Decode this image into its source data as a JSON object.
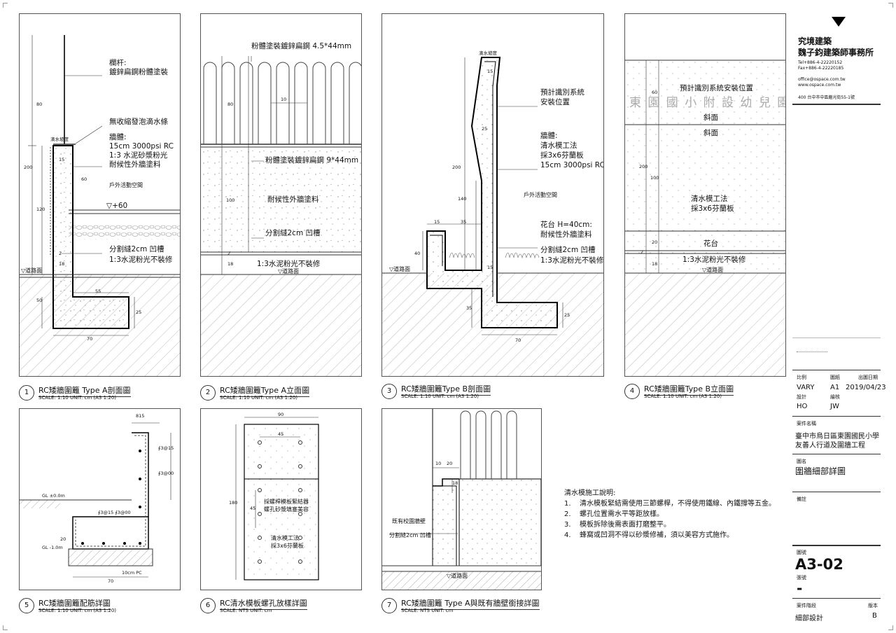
{
  "panels": {
    "p1": {
      "railing": "欄杆:",
      "railing2": "鍍鋅扁鋼粉體塗裝",
      "drip": "無收縮發泡滴水條",
      "wall": "牆體:",
      "wall2": "15cm 3000psi RC",
      "wall3": "1:3 水泥砂漿粉光",
      "wall4": "耐候性外牆塗料",
      "outdoor": "戶外活動空間",
      "level": "▽+60",
      "joint": "分割縫2cm 凹槽",
      "mortar": "1:3水泥粉光不裝修",
      "road": "▽道路面",
      "dripEdge": "滴水坡度",
      "dims": {
        "d80": "80",
        "d200": "200",
        "d120": "120",
        "d15": "15",
        "d60": "60",
        "d2": "2",
        "d18": "18",
        "d50": "50",
        "d55": "55",
        "d25": "25",
        "d70": "70"
      }
    },
    "p2": {
      "bars": "粉體塗裝鍍鋅扁鋼 4.5*44mm",
      "bars2": "粉體塗裝鍍鋅扁鋼 9*44mm",
      "coat": "耐候性外牆塗料",
      "joint": "分割縫2cm 凹槽",
      "mortar": "1:3水泥粉光不裝修",
      "road": "▽道路面",
      "dims": {
        "d10": "10",
        "d80": "80",
        "d100": "100",
        "d2": "2",
        "d18": "18"
      }
    },
    "p3": {
      "drip": "滴水坡度",
      "sign": "預計識別系統",
      "sign2": "安裝位置",
      "wall": "牆體:",
      "wall2": "清水模工法",
      "wall3": "採3x6芬蘭板",
      "wall4": "15cm 3000psi RC",
      "outdoor": "戶外活動空間",
      "planter": "花台 H=40cm:",
      "planter2": "耐候性外牆塗料",
      "joint": "分割縫2cm 凹槽",
      "mortar": "1:3水泥粉光不裝修",
      "road": "▽道路面",
      "dims": {
        "d15a": "15",
        "d25": "25",
        "d200": "200",
        "d140": "140",
        "d15b": "15",
        "d35a": "35",
        "d40": "40",
        "d15c": "15",
        "d35b": "35",
        "d25b": "25",
        "d70": "70"
      }
    },
    "p4": {
      "sign": "預計識別系統安裝位置",
      "school": "東 園 國 小 附 設 幼 兒 園",
      "slope": "斜面",
      "slope2": "斜面",
      "wall": "清水模工法",
      "wall2": "採3x6芬蘭板",
      "planter": "花台",
      "mortar": "1:3水泥粉光不裝修",
      "road": "▽道路面",
      "dims": {
        "d60": "60",
        "d200": "200",
        "d100": "100",
        "d20": "20",
        "d2": "2",
        "d18": "18"
      }
    },
    "p5": {
      "gl0": "GL ±0.0m",
      "gl1": "GL -1.0m",
      "pc": "10cm PC",
      "dims": {
        "d15": "815",
        "d3": "∮3@15",
        "d4": "∮3@00",
        "d5": "∮3@15  ∮3@00",
        "d6": "20",
        "d70": "70"
      }
    },
    "p6": {
      "bolt": "採螺桿模板緊結器",
      "bolt2": "螺孔砂漿填塞美容",
      "wall": "清水模工法",
      "wall2": "採3x6芬蘭板",
      "dims": {
        "d90": "90",
        "d45a": "45",
        "d180": "180",
        "d45b": "45"
      }
    },
    "p7": {
      "existing": "既有校園牆壁",
      "joint": "分割縫2cm 凹槽",
      "road": "▽道路面",
      "dims": {
        "d10": "10",
        "d20": "20",
        "d18": "18"
      }
    }
  },
  "captions": [
    {
      "num": "1",
      "title": "RC矮牆圍籬 Type A剖面圖",
      "scale": "SCALE: 1:10  UNIT: cm    (A3 1:20)"
    },
    {
      "num": "2",
      "title": "RC矮牆圍籬Type A立面圖",
      "scale": "SCALE: 1:10  UNIT: cm    (A3 1:20)"
    },
    {
      "num": "3",
      "title": "RC矮牆圍籬Type B剖面圖",
      "scale": "SCALE: 1:10  UNIT: cm    (A3 1:20)"
    },
    {
      "num": "4",
      "title": "RC矮牆圍籬Type B立面圖",
      "scale": "SCALE: 1:10  UNIT: cm    (A3 1:20)"
    },
    {
      "num": "5",
      "title": "RC矮牆圍籬配筋詳圖",
      "scale": "SCALE: 1:10  UNIT: cm    (A3 1:20)"
    },
    {
      "num": "6",
      "title": "RC清水模板螺孔放樣詳圖",
      "scale": "SCALE: NTS  UNIT: cm"
    },
    {
      "num": "7",
      "title": "RC矮牆圍籬 Type A與既有牆壁銜接詳圖",
      "scale": "SCALE: NTS  UNIT: cm"
    }
  ],
  "notes": {
    "title": "清水模施工說明:",
    "items": [
      {
        "n": "1.",
        "text": "清水模板緊結需使用三節螺桿，不得使用鐵線、內鐵撐等五金。"
      },
      {
        "n": "2.",
        "text": "螺孔位置需水平等距放樣。"
      },
      {
        "n": "3.",
        "text": "模板拆除後需表面打磨整平。"
      },
      {
        "n": "4.",
        "text": "蜂窩或凹洞不得以砂漿修補，須以美容方式施作。"
      }
    ]
  },
  "titleblock": {
    "firm1": "究境建築",
    "firm2": "魏子鈞建築師事務所",
    "tel": "Tel+886-4-22220152",
    "fax": "Fax+886-4-22220185",
    "email": "office@ospace.com.tw",
    "web": "www.ospace.com.tw",
    "addr": "400 台中市中區繼光街55-1號",
    "scale_lbl": "比例",
    "size_lbl": "圖紙",
    "date_lbl": "出圖日期",
    "scale_val": "VARY",
    "size_val": "A1",
    "date_val": "2019/04/23",
    "design_lbl": "設計",
    "draw_lbl": "繪核",
    "design_val": "HO",
    "draw_val": "JW",
    "project_lbl": "案件名稱",
    "project1": "臺中市烏日區東園國民小學",
    "project2": "友善人行道及圍牆工程",
    "drawing_lbl": "圖名",
    "drawing_val": "圍牆細部詳圖",
    "remark_lbl": "備註",
    "sheet_lbl": "圖號",
    "sheet_val": "A3-02",
    "page_lbl": "張號",
    "page_val": "-",
    "phase_lbl": "案件階段",
    "ver_lbl": "版本",
    "phase_val": "細部設計",
    "ver_val": "B"
  }
}
